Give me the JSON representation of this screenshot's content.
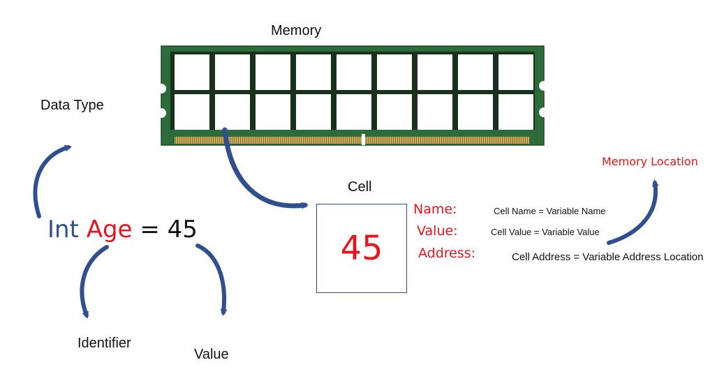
{
  "labels": {
    "memory": "Memory",
    "data_type": "Data Type",
    "cell": "Cell",
    "memory_location": "Memory Location",
    "identifier": "Identifier",
    "value": "Value"
  },
  "declaration": {
    "type": "Int",
    "name": "Age",
    "equals": "=",
    "value": "45"
  },
  "cell": {
    "value": "45",
    "fields": {
      "name": "Name:",
      "value": "Value:",
      "address": "Address:"
    },
    "descriptions": {
      "name": "Cell Name = Variable Name",
      "value": "Cell Value = Variable Value",
      "address": "Cell Address = Variable Address Location"
    }
  },
  "colors": {
    "blue": "#2f4f8f",
    "red": "#e8141c",
    "black": "#111111",
    "ram_green": "#2e6b3a",
    "ram_gold": "#b99a48"
  }
}
